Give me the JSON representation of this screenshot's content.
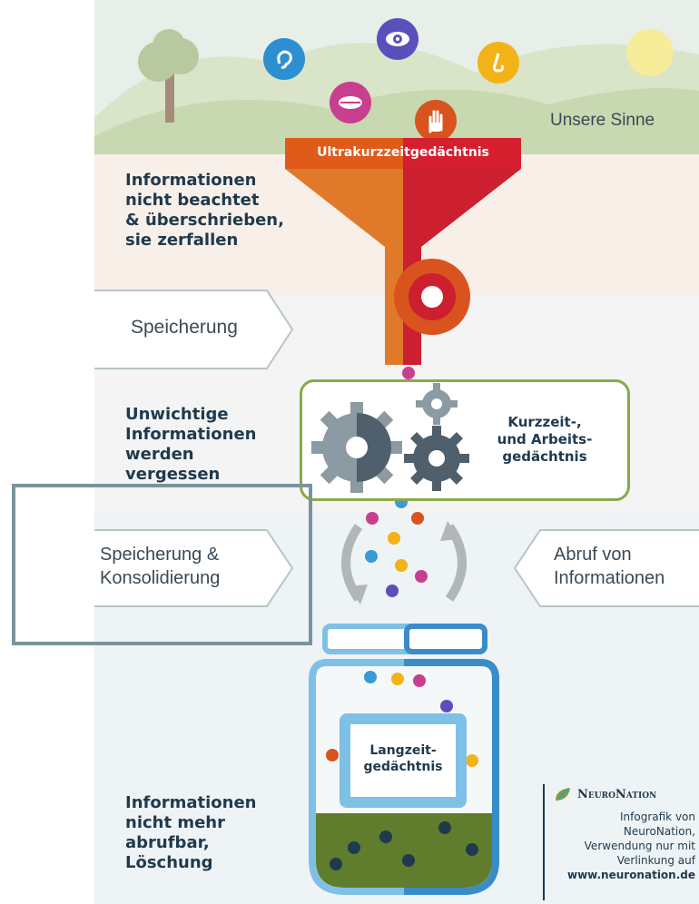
{
  "senses_label": "Unsere Sinne",
  "sensory_memory": "Ultrakurzzeitgedächtnis",
  "decay_text": [
    "Informationen",
    "nicht beachtet",
    "& überschrieben,",
    "sie zerfallen"
  ],
  "storage_label": "Speicherung",
  "forget_text": [
    "Unwichtige",
    "Informationen",
    "werden",
    "vergessen"
  ],
  "working_memory": [
    "Kurzzeit-,",
    "und Arbeits-",
    "gedächtnis"
  ],
  "consolidation_label": [
    "Speicherung &",
    "Konsolidierung"
  ],
  "retrieval_label": [
    "Abruf von",
    "Informationen"
  ],
  "long_term_memory": [
    "Langzeit-",
    "gedächtnis"
  ],
  "deletion_text": [
    "Informationen",
    "nicht mehr",
    "abrufbar,",
    "Löschung"
  ],
  "brand": "NeuroNation",
  "credit_lines": [
    "Infografik von",
    "NeuroNation,",
    "Verwendung nur mit",
    "Verlinkung auf",
    "www.neuronation.de"
  ],
  "colors": {
    "orange": "#d9531e",
    "red": "#cc1f2f",
    "blue": "#3a9ad5",
    "navy": "#1f3a4d",
    "green": "#7fa036"
  },
  "sense_icons": [
    "ear-icon",
    "eye-icon",
    "nose-icon",
    "mouth-icon",
    "hand-icon"
  ]
}
